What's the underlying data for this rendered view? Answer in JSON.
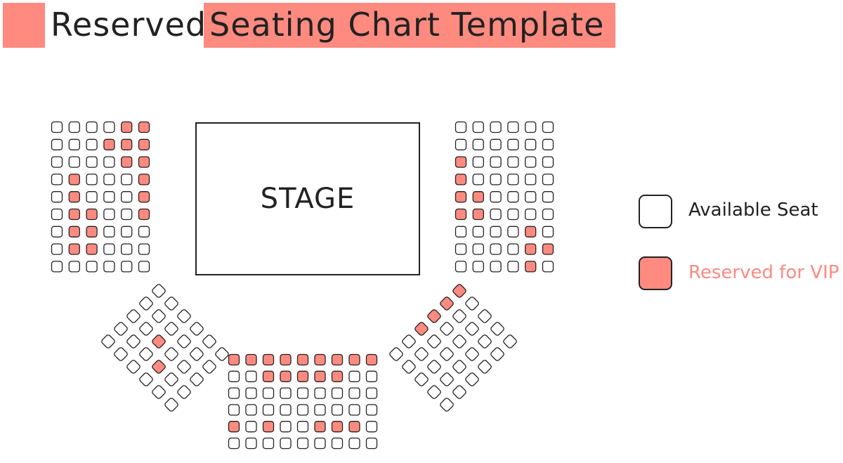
{
  "title": {
    "word1": "Reserved",
    "word2": "Seating Chart Template"
  },
  "stage_label": "STAGE",
  "legend": {
    "available": "Available Seat",
    "reserved": "Reserved for VIP"
  },
  "colors": {
    "accent": "#ff8a80",
    "outline": "#222222",
    "reserved_label": "#ff8a80",
    "available_fill": "#ffffff"
  },
  "sections": {
    "left": {
      "rows": [
        [
          0,
          0,
          0,
          0,
          1,
          1
        ],
        [
          0,
          0,
          0,
          1,
          1,
          1
        ],
        [
          0,
          0,
          0,
          0,
          1,
          1
        ],
        [
          0,
          1,
          0,
          0,
          0,
          1
        ],
        [
          0,
          1,
          0,
          0,
          0,
          1
        ],
        [
          0,
          1,
          1,
          0,
          0,
          1
        ],
        [
          0,
          1,
          1,
          0,
          0,
          0
        ],
        [
          0,
          1,
          1,
          0,
          0,
          0
        ],
        [
          0,
          0,
          0,
          0,
          0,
          0
        ]
      ]
    },
    "right": {
      "rows": [
        [
          0,
          0,
          0,
          0,
          0,
          0
        ],
        [
          0,
          0,
          0,
          0,
          0,
          0
        ],
        [
          1,
          0,
          0,
          0,
          0,
          0
        ],
        [
          1,
          0,
          0,
          0,
          0,
          0
        ],
        [
          1,
          1,
          0,
          0,
          0,
          0
        ],
        [
          1,
          1,
          0,
          0,
          0,
          0
        ],
        [
          0,
          0,
          0,
          0,
          1,
          0
        ],
        [
          0,
          0,
          0,
          0,
          1,
          1
        ],
        [
          0,
          0,
          0,
          0,
          1,
          0
        ]
      ]
    },
    "bottom": {
      "rows": [
        [
          1,
          1,
          1,
          1,
          1,
          1,
          1,
          1,
          1
        ],
        [
          0,
          0,
          1,
          1,
          1,
          1,
          1,
          0,
          0
        ],
        [
          0,
          0,
          0,
          0,
          0,
          0,
          0,
          0,
          0
        ],
        [
          0,
          0,
          0,
          0,
          0,
          0,
          0,
          0,
          0
        ],
        [
          1,
          0,
          1,
          0,
          0,
          1,
          1,
          1,
          0
        ],
        [
          0,
          0,
          0,
          0,
          0,
          0,
          0,
          0,
          0
        ]
      ]
    },
    "diag_left": {
      "rows": [
        [
          0,
          0,
          0,
          0,
          0,
          0
        ],
        [
          0,
          0,
          0,
          0,
          0,
          0
        ],
        [
          0,
          0,
          1,
          0,
          0,
          0
        ],
        [
          0,
          0,
          0,
          1,
          0,
          0
        ],
        [
          0,
          0,
          0,
          0,
          0,
          0
        ]
      ]
    },
    "diag_right": {
      "rows": [
        [
          1,
          1,
          1,
          1,
          0,
          0
        ],
        [
          0,
          0,
          0,
          0,
          0,
          0
        ],
        [
          0,
          0,
          0,
          0,
          0,
          0
        ],
        [
          0,
          0,
          0,
          0,
          0,
          0
        ],
        [
          0,
          0,
          0,
          0,
          0,
          0
        ]
      ]
    }
  }
}
